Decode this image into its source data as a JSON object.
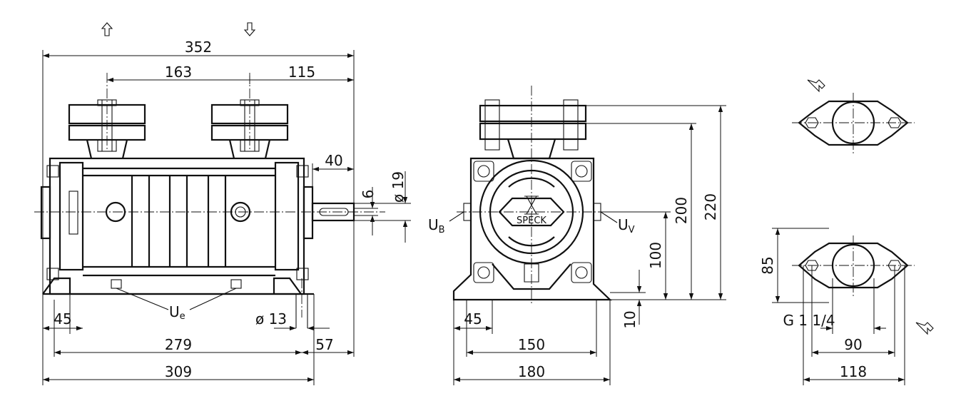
{
  "dimensions": {
    "front_total_length": "352",
    "front_port_spacing": "163",
    "front_port_to_shaft": "115",
    "front_shaft_length": "40",
    "front_shaft_key": "6",
    "front_shaft_dia": "ø 19",
    "front_foot_width": "45",
    "front_hole_dia": "ø 13",
    "front_foot_span": "279",
    "front_shaft_protrusion": "57",
    "front_base_length": "309",
    "side_shaft_height": "100",
    "side_port_height_1": "200",
    "side_port_height_2": "220",
    "side_foot_thickness": "10",
    "side_foot_width": "45",
    "side_foot_span": "150",
    "side_base_width": "180",
    "flange_height": "85",
    "flange_thread": "G 1 1/4",
    "flange_bolt_spacing": "90",
    "flange_width": "118"
  },
  "labels": {
    "ue_main": "U",
    "ue_sub": "e",
    "ub_main": "U",
    "ub_sub": "B",
    "uv_main": "U",
    "uv_sub": "V",
    "logo": "SPECK"
  }
}
